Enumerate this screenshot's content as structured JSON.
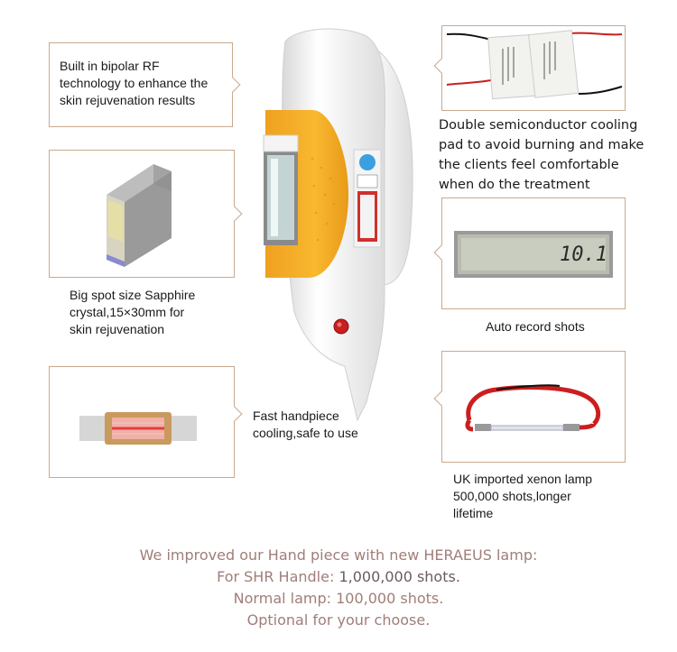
{
  "callouts": {
    "rf": "Built in bipolar RF\ntechnology to enhance the\nskin rejuvenation results",
    "cooling_pad": "Double semiconductor cooling\npad to avoid burning and make\nthe clients feel comfortable\nwhen do the treatment",
    "sapphire": "Big spot size Sapphire\ncrystal,15×30mm for\nskin rejuvenation",
    "auto_record": "Auto record shots",
    "fast_cooling": "Fast handpiece\ncooling,safe to use",
    "xenon": "UK imported xenon lamp\n500,000 shots,longer\nlifetime"
  },
  "display_reading": "10.1",
  "footer": {
    "line1": "We improved our Hand piece with new HERAEUS lamp:",
    "line2_prefix": "For SHR Handle: ",
    "line2_value": "1,000,000 shots.",
    "line3": "Normal lamp: 100,000 shots.",
    "line4": "Optional for your choose."
  }
}
